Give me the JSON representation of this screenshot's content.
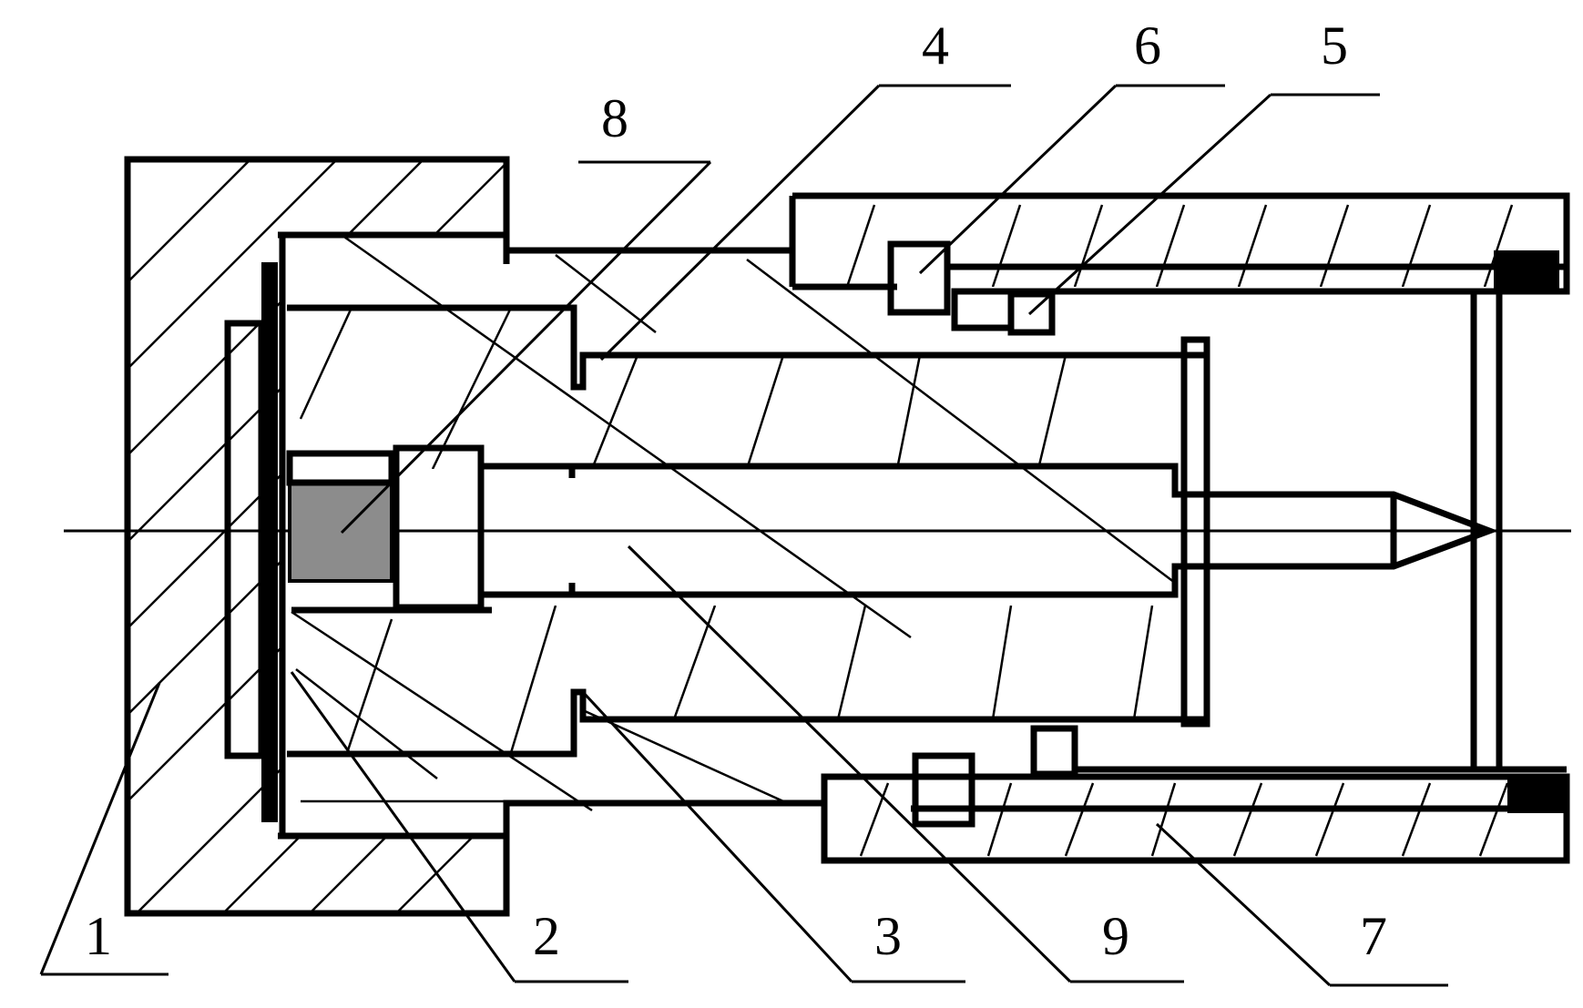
{
  "figure": {
    "callouts": [
      {
        "id": "1",
        "label": "1"
      },
      {
        "id": "2",
        "label": "2"
      },
      {
        "id": "3",
        "label": "3"
      },
      {
        "id": "4",
        "label": "4"
      },
      {
        "id": "5",
        "label": "5"
      },
      {
        "id": "6",
        "label": "6"
      },
      {
        "id": "7",
        "label": "7"
      },
      {
        "id": "8",
        "label": "8"
      },
      {
        "id": "9",
        "label": "9"
      }
    ],
    "colors": {
      "line": "#000000",
      "fill_gray": "#8c8c8c",
      "background": "#ffffff"
    }
  }
}
